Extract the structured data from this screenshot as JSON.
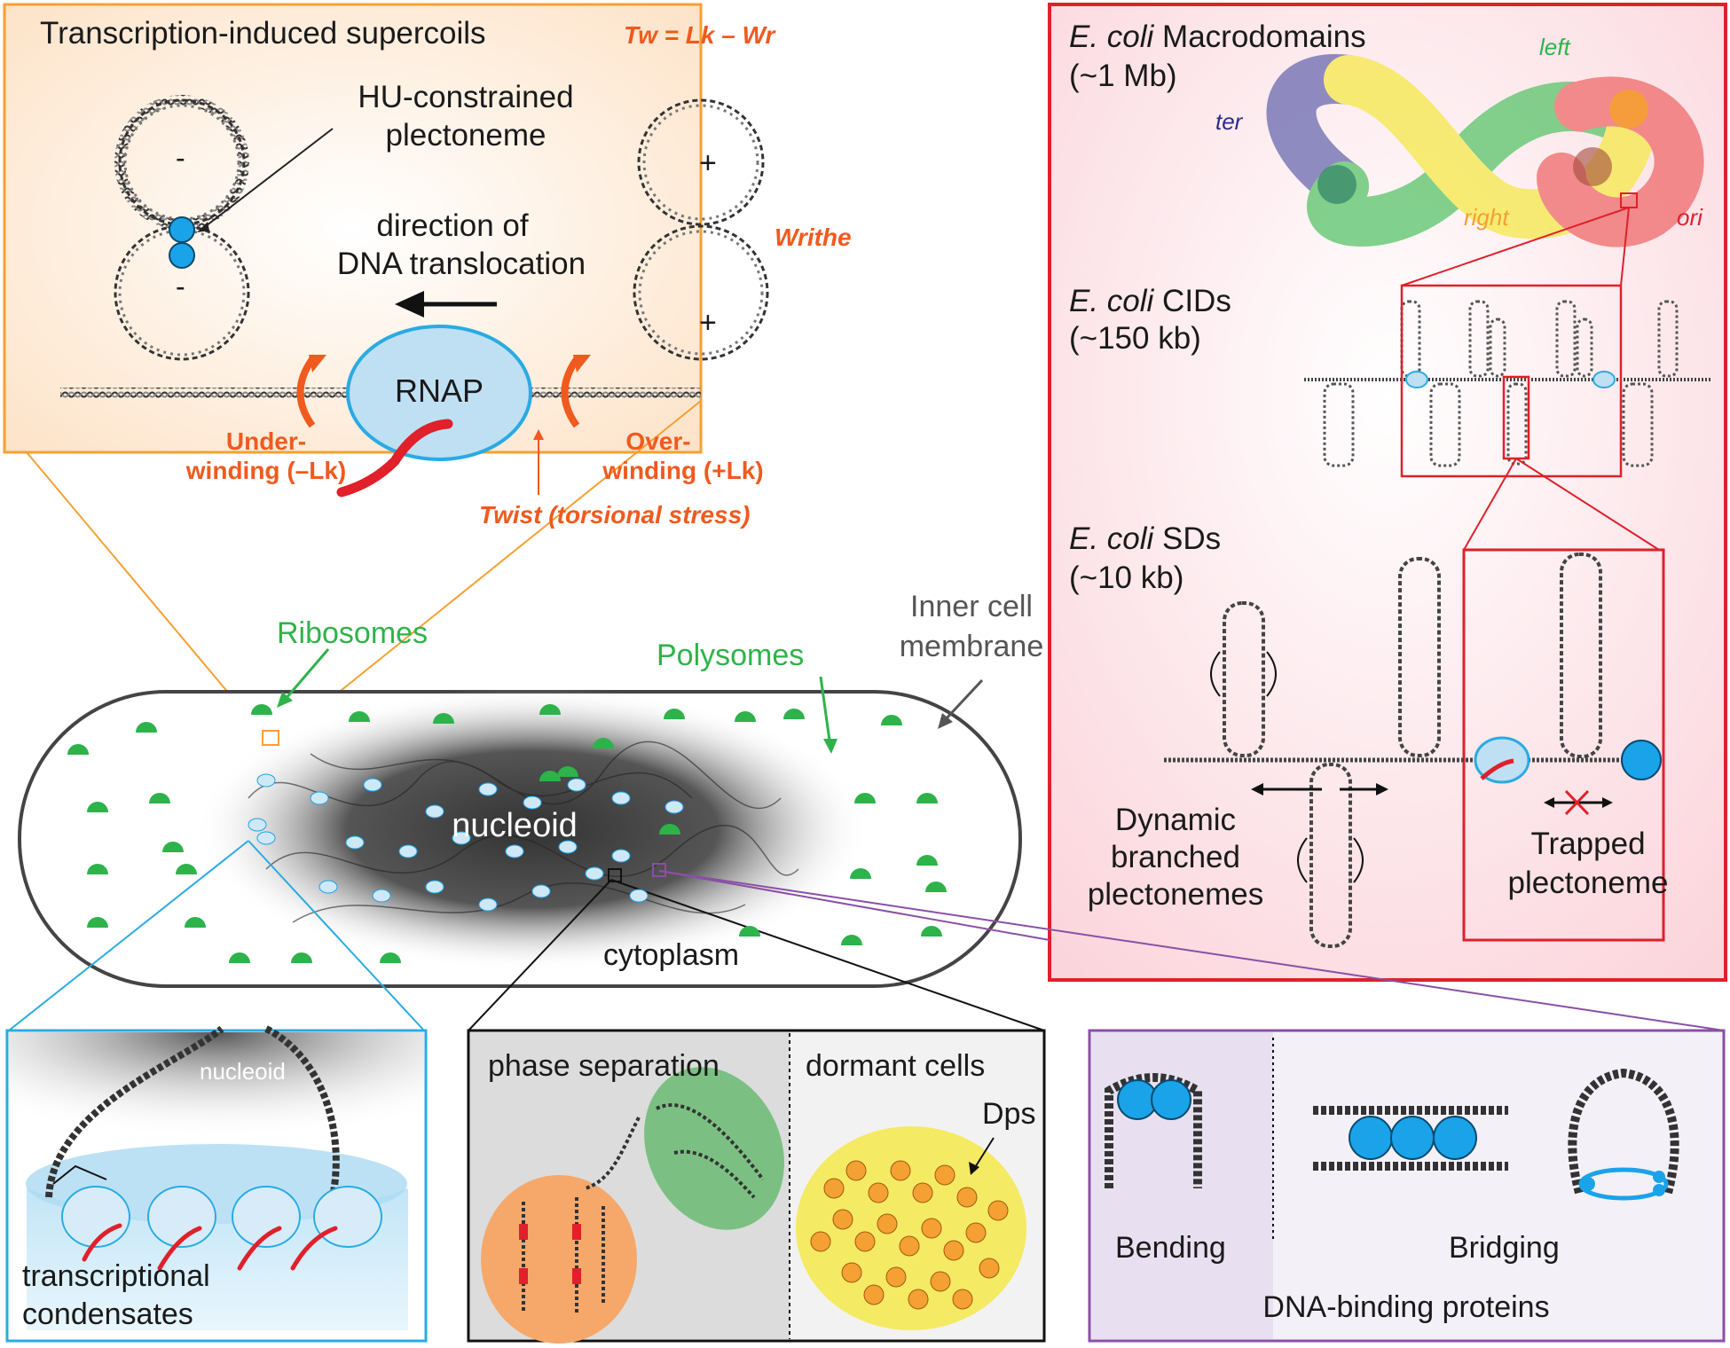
{
  "supercoil": {
    "title": "Transcription-induced supercoils",
    "equation": "Tw = Lk – Wr",
    "hu_label_1": "HU-constrained",
    "hu_label_2": "plectoneme",
    "direction_1": "direction of",
    "direction_2": "DNA translocation",
    "rnap": "RNAP",
    "writhe": "Writhe",
    "under_1": "Under-",
    "under_2": "winding (–Lk)",
    "over_1": "Over-",
    "over_2": "winding (+Lk)",
    "twist": "Twist (torsional stress)",
    "minus": "-",
    "plus": "+"
  },
  "cell": {
    "ribosomes": "Ribosomes",
    "polysomes": "Polysomes",
    "membrane_1": "Inner cell",
    "membrane_2": "membrane",
    "nucleoid": "nucleoid",
    "cytoplasm": "cytoplasm"
  },
  "ecoli": {
    "species": "E. coli",
    "macro_label": "Macrodomains",
    "macro_size": "(~1 Mb)",
    "cid_label": "CIDs",
    "cid_size": "(~150 kb)",
    "sd_label": "SDs",
    "sd_size": "(~10 kb)",
    "ter": "ter",
    "left": "left",
    "right": "right",
    "ori": "ori",
    "dynamic_1": "Dynamic",
    "dynamic_2": "branched",
    "dynamic_3": "plectonemes",
    "trapped_1": "Trapped",
    "trapped_2": "plectoneme"
  },
  "condensates": {
    "nucleoid": "nucleoid",
    "label_1": "transcriptional",
    "label_2": "condensates"
  },
  "phase": {
    "phase_separation": "phase separation",
    "dormant": "dormant cells",
    "dps": "Dps"
  },
  "binding": {
    "bending": "Bending",
    "bridging": "Bridging",
    "title": "DNA-binding proteins"
  },
  "colors": {
    "orange_border": "#f5a033",
    "red_border": "#e0202a",
    "blue_border": "#29abe2",
    "purple_border": "#8a4fa6",
    "protein_blue": "#1aa3e8",
    "ribosome_green": "#2db34a",
    "label_orange": "#f05a1e"
  }
}
